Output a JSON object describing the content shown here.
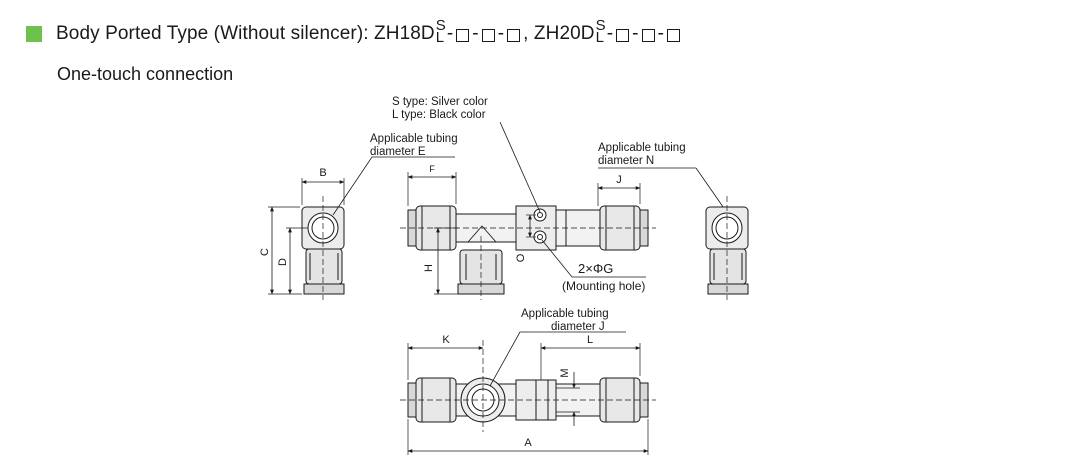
{
  "header": {
    "accent_color": "#6cc24a",
    "title_prefix": "Body Ported Type (Without silencer): ",
    "model1": "ZH18D",
    "model2": "ZH20D",
    "sup": "S",
    "sub": "L",
    "separator": ", "
  },
  "subtitle": "One-touch connection",
  "callouts": {
    "s_type": "S type: Silver color",
    "l_type": "L type: Black color",
    "tube_e_1": "Applicable tubing",
    "tube_e_2": "diameter  E",
    "tube_n_1": "Applicable tubing",
    "tube_n_2": "diameter   N",
    "tube_j_1": "Applicable tubing",
    "tube_j_2": "diameter   J",
    "holes": "2×ΦG",
    "mounting": "(Mounting hole)"
  },
  "dims": {
    "A": "A",
    "B": "B",
    "C": "C",
    "D": "D",
    "F": "F",
    "H": "H",
    "J": "J",
    "K": "K",
    "L": "L",
    "M": "M",
    "O": "O"
  }
}
